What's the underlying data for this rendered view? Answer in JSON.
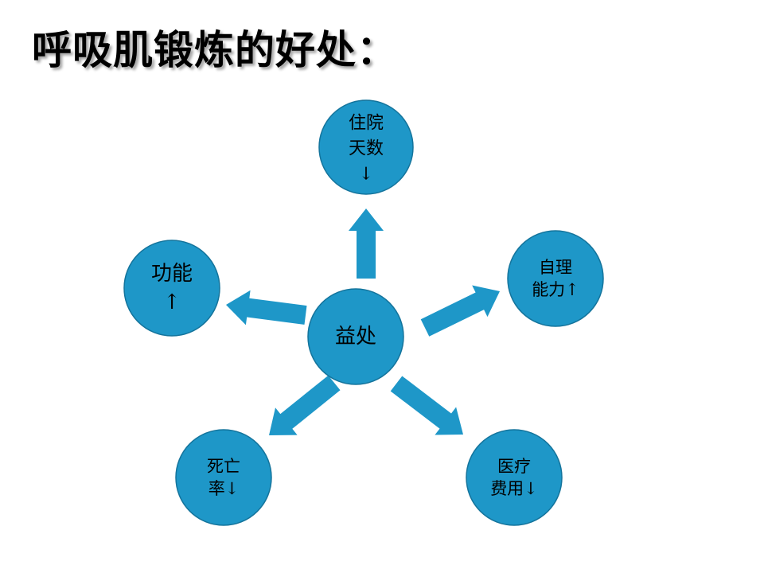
{
  "title": "呼吸肌锻炼的好处：",
  "colors": {
    "circle_fill": "#1e97c8",
    "circle_stroke": "#14749c",
    "arrow_fill": "#1e97c8",
    "title_color": "#000000"
  },
  "center": {
    "lines": [
      "益处"
    ]
  },
  "nodes": [
    {
      "id": "hospital-days",
      "lines": [
        "住院",
        "天数",
        "↓"
      ]
    },
    {
      "id": "self-care",
      "lines": [
        "自理",
        "能力↑"
      ]
    },
    {
      "id": "medical-cost",
      "lines": [
        "医疗",
        "费用↓"
      ]
    },
    {
      "id": "mortality",
      "lines": [
        "死亡",
        "率↓"
      ]
    },
    {
      "id": "function",
      "lines": [
        "功能",
        "↑"
      ]
    }
  ]
}
